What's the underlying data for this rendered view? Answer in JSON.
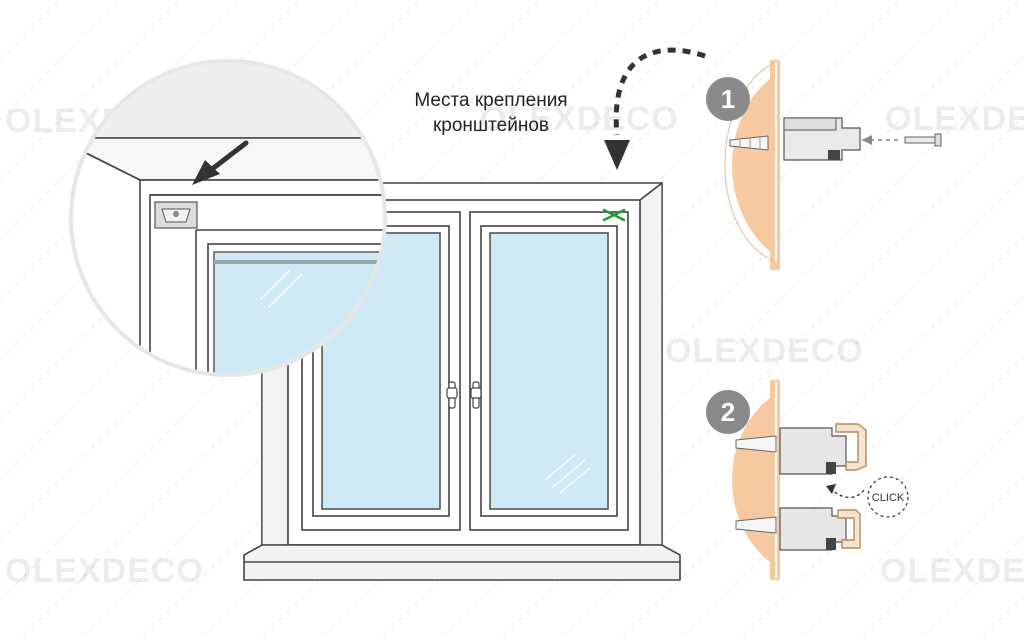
{
  "caption": {
    "line1": "Места крепления",
    "line2": "кронштейнов"
  },
  "steps": [
    {
      "number": "1"
    },
    {
      "number": "2"
    }
  ],
  "click_label": "CLICK",
  "watermark": "OLEXDECO",
  "colors": {
    "wall": "#f6c9a0",
    "wall_light": "#fbe3cc",
    "glass": "#cfeaf5",
    "frame_stroke": "#444444",
    "step_badge": "#8a8a8a",
    "mark_green": "#1e9e2e",
    "bracket": "#e8e8e8",
    "clip": "#b98a5a"
  },
  "icons": [
    "arrow-icon",
    "dashed-arrow-icon",
    "mount-marker-icon",
    "bracket-icon",
    "screw-icon",
    "dowel-icon"
  ]
}
